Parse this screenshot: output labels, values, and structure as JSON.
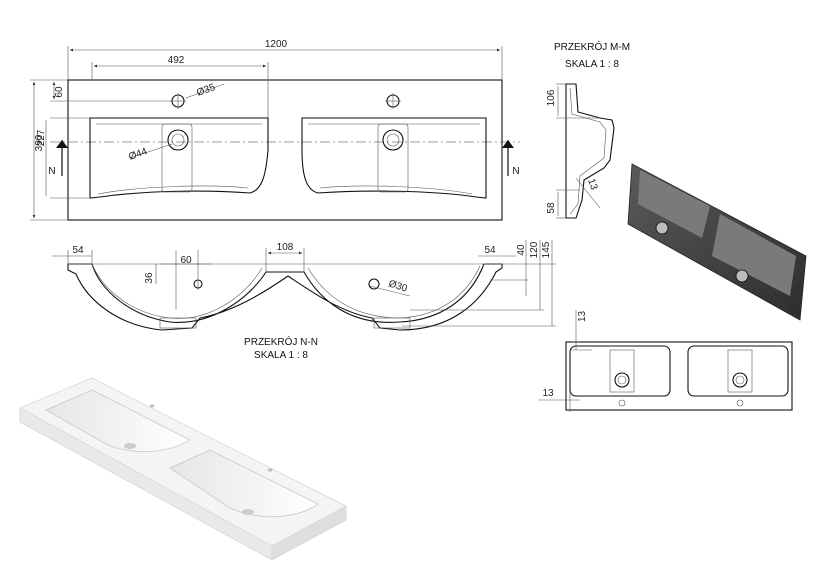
{
  "dims": {
    "total_width": "1200",
    "half_width": "492",
    "tap_offset": "60",
    "depth": "390",
    "bowl_depth": "227",
    "tap_hole": "Ø35",
    "drain_hole": "Ø44",
    "section_left": "N",
    "section_right": "N",
    "n_left": "54",
    "n_right": "54",
    "n_tap": "60",
    "n_depth": "36",
    "n_bridge": "108",
    "overflow_hole": "Ø30",
    "n_h40": "40",
    "n_h120": "120",
    "n_h145": "145",
    "m_top": "106",
    "m_mid": "13",
    "m_bottom": "58",
    "small_top": "13",
    "small_side": "13"
  },
  "section_nn": {
    "title": "PRZEKRÓJ N-N",
    "scale": "SKALA 1 : 8"
  },
  "section_mm": {
    "title": "PRZEKRÓJ M-M",
    "scale": "SKALA 1 : 8"
  },
  "colors": {
    "line": "#111111",
    "dim_line": "#555555",
    "render_dark": "#3d3d3d",
    "render_light": "#f2f2f2"
  }
}
